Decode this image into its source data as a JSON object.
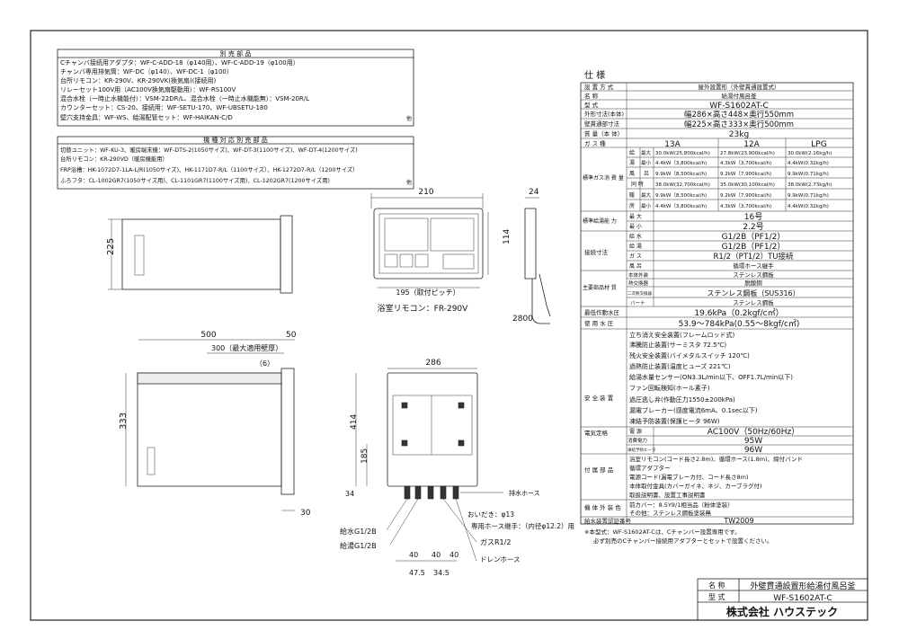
{
  "accessories": {
    "title": "別 売 部 品",
    "lines": [
      "Cチャンバ接続用アダプタ：WF-C-ADD-18（φ140用）、WF-C-ADD-19（φ100用）",
      "チャンバ専用排気筒：WF-DC（φ140）、WF-DC-1（φ100）",
      "台所リモコン：KR-290V、KR-290VK(換気扇)(接続用)",
      "リレーセット100V用（AC100V換気扇駆動用）：WF-RS100V",
      "混合水栓（一時止水機能付）：VSM-22DR/L、混合水栓（一時止水機能無）：VSM-20R/L",
      "カウンターセット：CS-20、接続用：WF-SETU-170、WF-UBSETU-180",
      "壁穴支持金具：WF-WS、給湯配管セット：WF-HAIKAN-C/D"
    ],
    "last_note": "他"
  },
  "accessories2": {
    "title": "機 種 対 応 別 売 部 品",
    "lines": [
      "切替ユニット：WF-KU-3、暖房端末機：WF-DTS-2(1050サイズ)、WF-DT-3(1100サイズ)、WF-DT-4(1200サイズ)",
      "台所リモコン：KR-290VD（暖房機能用）",
      "FRP浴槽：HK-1072D7-1LA-L/R(1050サイズ)、HK-1171D7-R/L（1100サイズ）、HK-1272D7-R/L（1200サイズ）",
      "ふろフタ：CL-1002GR7(1050サイズ用)、CL-1101GR7(1100サイズ用)、CL-1202GR7(1200サイズ用)"
    ],
    "last_note": "他"
  },
  "drawing": {
    "dim_210": "210",
    "dim_24": "24",
    "dim_225": "225",
    "dim_114": "114",
    "dim_195": "195（取付ピッチ）",
    "remote_label": "浴室リモコン：FR-290V",
    "dim_2800": "2800",
    "dim_500": "500",
    "dim_50": "50",
    "dim_300": "300（最大適用壁厚）",
    "dim_6": "（6）",
    "dim_333": "333",
    "dim_30": "30",
    "dim_286": "286",
    "dim_414": "414",
    "dim_185": "185",
    "dim_34": "34",
    "lbl_drain_hose": "排水ホース",
    "lbl_oidaki": "おいだき：φ13",
    "lbl_hose": "専用ホース継手：（内径φ12.2）用",
    "lbl_kyusui": "給水G1/2B",
    "lbl_kyuto": "給湯G1/2B",
    "lbl_gas": "ガスR1/2",
    "lbl_drain": "ドレンホース",
    "dim_40a": "40",
    "dim_40b": "40",
    "dim_40c": "40",
    "dim_475": "47.5",
    "dim_345": "34.5"
  },
  "spec": {
    "title": "仕 様",
    "rows": {
      "r1_label": "設 置 方 式",
      "r1_value": "屋外設置形（外壁貫通設置式）",
      "r2_label": "名 称",
      "r2_value": "給湯付風呂釜",
      "r3_label": "型 式",
      "r3_value": "WF-S1602AT-C",
      "r4_label": "外形寸法(本体)",
      "r4_value": "幅286×高さ448×奥行550mm",
      "r5_label": "壁貫通部寸法",
      "r5_value": "幅225×高さ333×奥行500mm",
      "r6_label": "質 量（本 体）",
      "r6_value": "23kg",
      "gas_label": "ガ ス 種",
      "gas1": "13A",
      "gas2": "12A",
      "gas3": "LPG",
      "cons_label": "標準ガス消 費 量",
      "kyuto": "給",
      "kyuto2": "湯",
      "furo": "風",
      "furo2": "呂",
      "doji": "同 時",
      "danbo": "暖",
      "danbo2": "房",
      "max": "最大",
      "min": "最小",
      "c1": [
        "30.0kW(25,800kcal/h)",
        "27.8kW(23,900kcal/h)",
        "30.0kW(2.16kg/h)"
      ],
      "c2": [
        "4.4kW（3,800kcal/h)",
        "4.3kW（3,700kcal/h)",
        "4.4kW(0.32kg/h)"
      ],
      "c3": [
        "9.9kW（8,500kcal/h)",
        "9.2kW（7,900kcal/h)",
        "9.9kW(0.71kg/h)"
      ],
      "c4": [
        "38.0kW(32,700kcal/h)",
        "35.0kW(30,100kcal/h)",
        "38.0kW(2.73kg/h)"
      ],
      "c5": [
        "9.9kW（8,500kcal/h)",
        "9.2kW（7,900kcal/h)",
        "9.9kW(0.71kg/h)"
      ],
      "c6": [
        "4.4kW（3,800kcal/h)",
        "4.3kW（3,700kcal/h)",
        "4.4kW(0.32kg/h)"
      ],
      "cap_label": "標準給湯能 力",
      "cap_max": "最 大",
      "cap_max_v": "16号",
      "cap_min": "最 小",
      "cap_min_v": "2.2号",
      "conn_label": "接続寸法",
      "conn1": "給 水",
      "conn1_v": "G1/2B（PF1/2）",
      "conn2": "給 湯",
      "conn2_v": "G1/2B（PF1/2）",
      "conn3": "ガ ス",
      "conn3_v": "R1/2（PT1/2）TU接続",
      "conn4": "風 呂",
      "conn4_v": "循環ホース継手",
      "mat_label": "主要部品材 質",
      "mat1": "本体外装",
      "mat1_v": "ステンレス鋼板",
      "mat2": "熱交換器",
      "mat2_v": "脱酸銅",
      "mat3": "二次熱交換器",
      "mat3_v": "ステンレス鋼板（SUS316）",
      "mat4": "バーナ",
      "mat4_v": "ステンレス鋼板",
      "r_press_label": "最低作動水圧",
      "r_press_v": "19.6kPa（0.2kgf/c㎡）",
      "r_use_label": "使 用 水 圧",
      "r_use_v": "53.9～784kPa(0.55～8kgf/c㎡)",
      "safety_label": "安 全 装 置",
      "safety": [
        "立ち消え安全装置(フレームロッド式)",
        "沸騰防止装置(サーミスタ 72.5℃)",
        "残火安全装置(バイメタルスイッチ 120℃)",
        "過熱防止装置(温度ヒューズ 221℃)",
        "給湯水量センサー(ON3.3L/min以下、OFF1.7L/min以下)",
        "ファン回転検知(ホール素子)",
        "過圧逃し弁(作動圧力1550±200kPa)",
        "漏電ブレーカー(感度電流6mA、0.1sec以下)",
        "凍結予防装置(保護ヒータ 96W)"
      ],
      "elec_label": "電気定格",
      "elec1": "電 源",
      "elec1_v": "AC100V（50Hz/60Hz）",
      "elec2": "消費電力",
      "elec2_v": "95W",
      "elec3": "凍結予防ヒータ",
      "elec3_v": "96W",
      "acc_label": "付 属 部 品",
      "acc": [
        "浴室リモコン(コード長さ2.8m)、循環ホース(1.8m)、締付バンド",
        "循環アダプター",
        "電源コード(漏電ブレーカ付、コード長さ8m)",
        "本体取付金具(カバーガイネ、ネジ、カーブラグ付)",
        "取扱説明書、設置工事説明書"
      ],
      "coat_label": "機 体 外 装 色",
      "coat": [
        "前カバー：8.5Y9/1相当品（粉体塗装）",
        "その他：ステンレス鋼板塗装無"
      ],
      "cert_label": "給水装置認証番号",
      "cert_v": "TW2009"
    },
    "note1": "※本型式：WF-S1602AT-Cは、Cチャンバー設置専用です。",
    "note2": "必ず別売のCチャンバー接続用アダプターとセットで設置ください。"
  },
  "titleblock": {
    "name_label": "名 称",
    "name_value": "外壁貫通設置形給湯付風呂釜",
    "model_label": "型 式",
    "model_value": "WF-S1602AT-C",
    "company": "株式会社 ハウステック"
  }
}
